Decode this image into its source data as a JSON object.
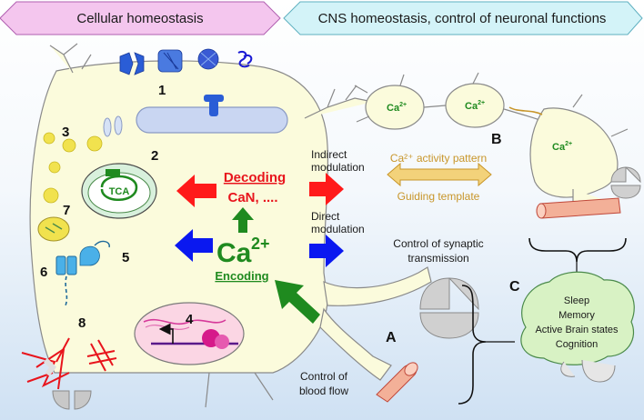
{
  "header": {
    "left": "Cellular homeostasis",
    "right": "CNS homeostasis, control of neuronal functions"
  },
  "center": {
    "decoding": "Decoding",
    "can": "CaN, ....",
    "ca_main": "Ca",
    "ca_sup": "2+",
    "encoding": "Encoding",
    "tca": "TCA"
  },
  "modulation": {
    "indirect_1": "Indirect",
    "indirect_2": "modulation",
    "direct_1": "Direct",
    "direct_2": "modulation"
  },
  "labels": {
    "synaptic_1": "Control of synaptic",
    "synaptic_2": "transmission",
    "blood_1": "Control of",
    "blood_2": "blood flow",
    "activity_pattern": "Ca²⁺ activity pattern",
    "guiding_template": "Guiding template"
  },
  "astro_ca": [
    "Ca",
    "Ca",
    "Ca"
  ],
  "astro_ca_sup": "2+",
  "numbers": [
    "1",
    "2",
    "3",
    "4",
    "5",
    "6",
    "7",
    "8"
  ],
  "letters": {
    "a": "A",
    "b": "B",
    "c": "C"
  },
  "brain": [
    "Sleep",
    "Memory",
    "Active Brain states",
    "Cognition"
  ],
  "colors": {
    "header_left": "#f4c6ee",
    "header_right": "#d3f3f8",
    "cell": "#fbfbdc",
    "background_bottom": "#cfe1f3",
    "red_arrow": "#ff1a1a",
    "blue_arrow": "#0a18f0",
    "green": "#1f8a1f",
    "gold": "#e8c25a",
    "brain": "#d8f2c4"
  }
}
